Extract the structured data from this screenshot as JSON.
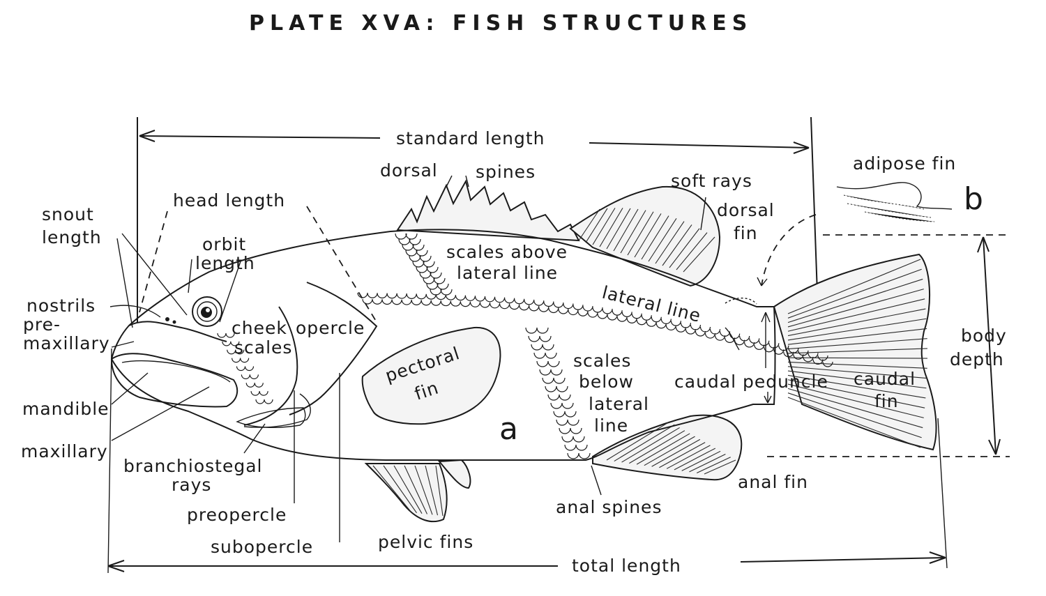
{
  "title": "PLATE XVA: FISH STRUCTURES",
  "figure_letters": {
    "a": "a",
    "b": "b"
  },
  "labels": {
    "standard_length": "standard length",
    "total_length": "total length",
    "head_length": "head length",
    "snout_length_1": "snout",
    "snout_length_2": "length",
    "orbit_length_1": "orbit",
    "orbit_length_2": "length",
    "nostrils": "nostrils",
    "premaxillary_1": "pre-",
    "premaxillary_2": "maxillary",
    "mandible": "mandible",
    "maxillary": "maxillary",
    "cheek_scales_1": "cheek",
    "cheek_scales_2": "scales",
    "opercle": "opercle",
    "branchiostegal_rays_1": "branchiostegal",
    "branchiostegal_rays_2": "rays",
    "preopercle": "preopercle",
    "subopercle": "subopercle",
    "pelvic_fins": "pelvic fins",
    "pectoral_fin_1": "pectoral",
    "pectoral_fin_2": "fin",
    "dorsal_spines_1": "dorsal",
    "dorsal_spines_2": "spines",
    "scales_above_1": "scales above",
    "scales_above_2": "lateral line",
    "lateral_line": "lateral line",
    "soft_rays": "soft rays",
    "dorsal_fin_1": "dorsal",
    "dorsal_fin_2": "fin",
    "adipose_fin": "adipose fin",
    "scales_below_1": "scales",
    "scales_below_2": "below",
    "scales_below_3": "lateral",
    "scales_below_4": "line",
    "caudal_peduncle": "caudal peduncle",
    "caudal_fin_1": "caudal",
    "caudal_fin_2": "fin",
    "body_depth_1": "body",
    "body_depth_2": "depth",
    "anal_fin": "anal fin",
    "anal_spines": "anal spines"
  }
}
